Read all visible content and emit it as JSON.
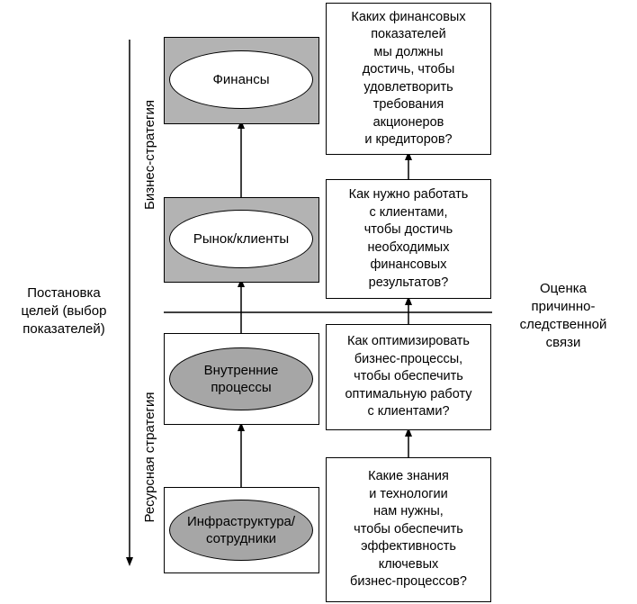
{
  "left_label": "Постановка\nцелей (выбор\nпоказателей)",
  "right_label": "Оценка\nпричинно-\nследственной\nсвязи",
  "vertical_labels": {
    "business": "Бизнес-стратегия",
    "resource": "Ресурсная стратегия"
  },
  "levels": [
    {
      "ellipse": "Финансы",
      "question": "Каких финансовых\nпоказателей\nмы должны\nдостичь, чтобы\nудовлетворить\nтребования\nакционеров\nи кредиторов?"
    },
    {
      "ellipse": "Рынок/клиенты",
      "question": "Как нужно работать\nс клиентами,\nчтобы достичь\nнеобходимых\nфинансовых\nрезультатов?"
    },
    {
      "ellipse": "Внутренние\nпроцессы",
      "question": "Как оптимизировать\nбизнес-процессы,\nчтобы обеспечить\nоптимальную работу\nс клиентами?"
    },
    {
      "ellipse": "Инфраструктура/\nсотрудники",
      "question": "Какие знания\nи технологии\nнам нужны,\nчтобы обеспечить\nэффективность\nключевых\nбизнес-процессов?"
    }
  ]
}
